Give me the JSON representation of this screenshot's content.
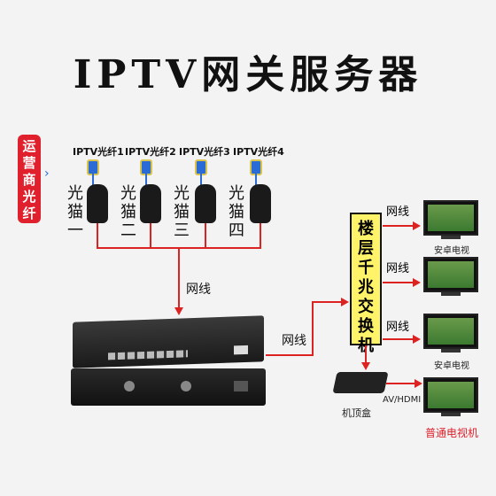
{
  "title": "IPTV网关服务器",
  "carrier_label": "运营商光纤",
  "fibers": [
    {
      "label": "IPTV光纤1",
      "modem": "光猫一"
    },
    {
      "label": "IPTV光纤2",
      "modem": "光猫二"
    },
    {
      "label": "IPTV光纤3",
      "modem": "光猫三"
    },
    {
      "label": "IPTV光纤4",
      "modem": "光猫四"
    }
  ],
  "cable_label": "网线",
  "switch_label": "楼层千兆交换机",
  "tvs": [
    {
      "cable": "网线",
      "caption": "安卓电视"
    },
    {
      "cable": "网线",
      "caption": ""
    },
    {
      "cable": "网线",
      "caption": "安卓电视"
    },
    {
      "cable": "AV/HDMI",
      "caption": "普通电视机"
    }
  ],
  "stb_label": "机顶盒",
  "colors": {
    "red": "#e0212d",
    "yellow": "#fff36a",
    "blue": "#2a6bd6"
  }
}
